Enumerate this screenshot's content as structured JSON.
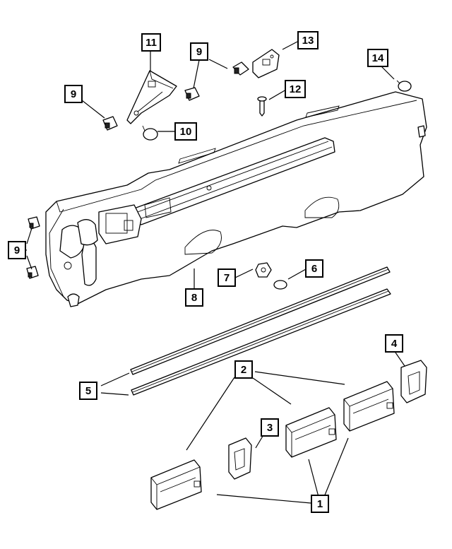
{
  "diagram": {
    "callouts": {
      "c1": "1",
      "c2": "2",
      "c3": "3",
      "c4": "4",
      "c5": "5",
      "c6": "6",
      "c7": "7",
      "c8": "8",
      "c9a": "9",
      "c9b": "9",
      "c9c": "9",
      "c10": "10",
      "c11": "11",
      "c12": "12",
      "c13": "13",
      "c14": "14"
    }
  }
}
